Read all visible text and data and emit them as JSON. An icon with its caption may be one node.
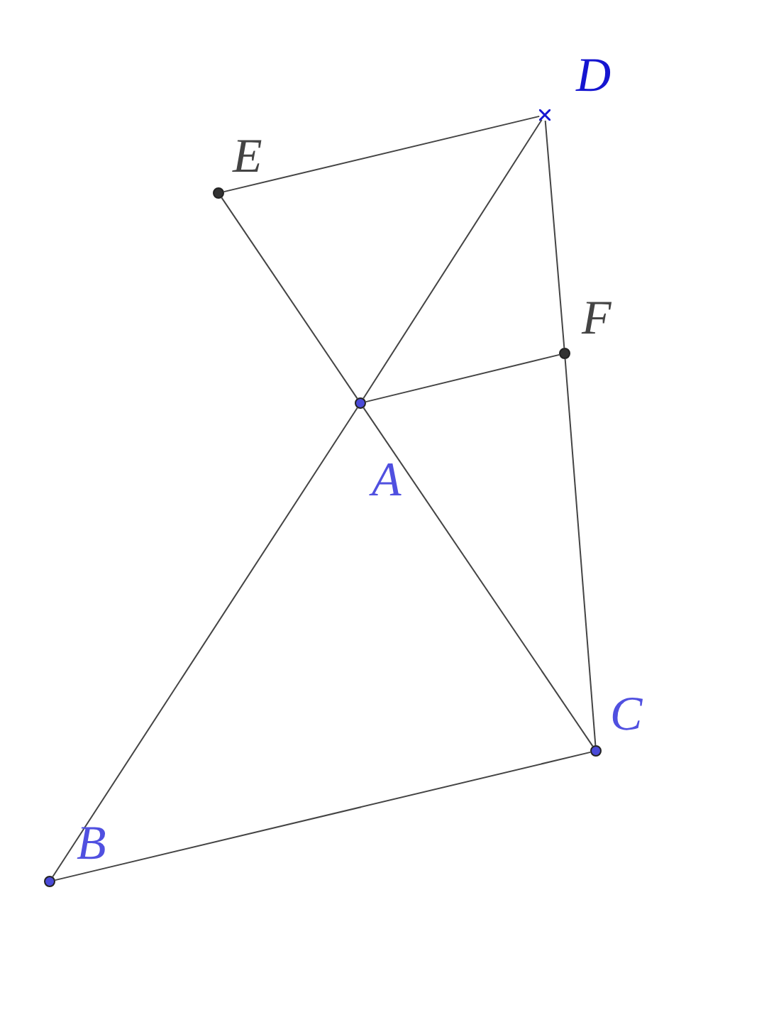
{
  "diagram": {
    "nodes": [
      {
        "text": [],
        "shape": "circle",
        "beside": [
          "E"
        ]
      },
      {
        "text": [],
        "shape": "cross",
        "beside": [
          "D"
        ]
      },
      {
        "text": [],
        "shape": "circle",
        "beside": [
          "F"
        ]
      },
      {
        "text": [],
        "shape": "circle",
        "beside": [
          "A"
        ]
      },
      {
        "text": [],
        "shape": "circle",
        "beside": [
          "C"
        ]
      },
      {
        "text": [],
        "shape": "circle",
        "beside": [
          "B"
        ]
      }
    ],
    "edges": [
      {
        "from": 0,
        "to": 1,
        "arrow": "none"
      },
      {
        "from": 0,
        "to": 3,
        "arrow": "none"
      },
      {
        "from": 3,
        "to": 4,
        "arrow": "none"
      },
      {
        "from": 1,
        "to": 3,
        "arrow": "none"
      },
      {
        "from": 3,
        "to": 5,
        "arrow": "none"
      },
      {
        "from": 1,
        "to": 2,
        "arrow": "none"
      },
      {
        "from": 2,
        "to": 4,
        "arrow": "none"
      },
      {
        "from": 3,
        "to": 2,
        "arrow": "none"
      },
      {
        "from": 5,
        "to": 4,
        "arrow": "none"
      }
    ]
  }
}
